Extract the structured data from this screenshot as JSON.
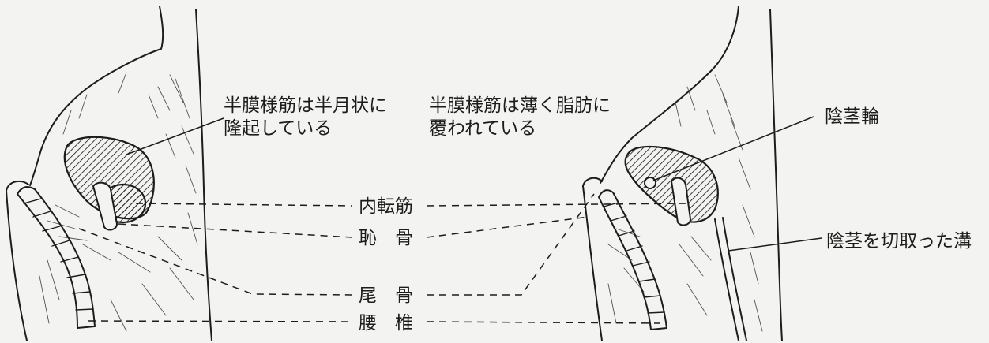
{
  "colors": {
    "ink": "#1c1c1c",
    "paper": "#f3f3f1"
  },
  "left_figure": {
    "note_line1": "半膜様筋は半月状に",
    "note_line2": "隆起している"
  },
  "right_figure": {
    "note_line1": "半膜様筋は薄く脂肪に",
    "note_line2": "覆われている",
    "penile_ring": "陰茎輪",
    "penile_groove": "陰茎を切取った溝"
  },
  "shared_labels": {
    "adductor": "内転筋",
    "pubis": "恥　骨",
    "coccyx": "尾　骨",
    "lumbar": "腰　椎"
  }
}
